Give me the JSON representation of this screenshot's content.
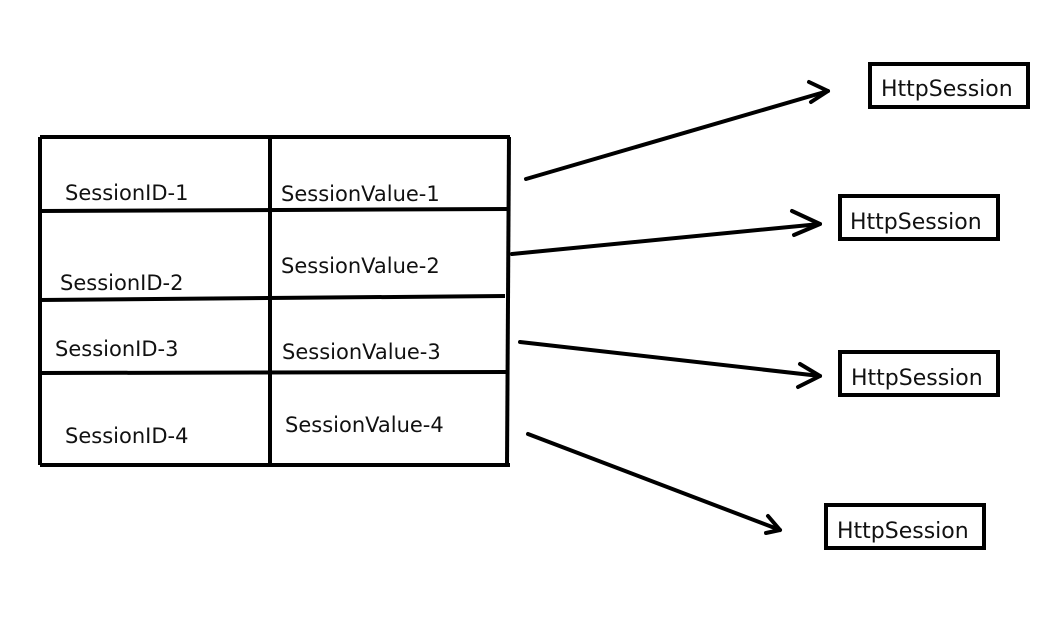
{
  "session_table": {
    "rows": [
      {
        "id": "SessionID-1",
        "value": "SessionValue-1"
      },
      {
        "id": "SessionID-2",
        "value": "SessionValue-2"
      },
      {
        "id": "SessionID-3",
        "value": "SessionValue-3"
      },
      {
        "id": "SessionID-4",
        "value": "SessionValue-4"
      }
    ]
  },
  "targets": [
    {
      "label": "HttpSession"
    },
    {
      "label": "HttpSession"
    },
    {
      "label": "HttpSession"
    },
    {
      "label": "HttpSession"
    }
  ],
  "colors": {
    "stroke": "#000000",
    "text": "#111111",
    "background": "#ffffff"
  }
}
